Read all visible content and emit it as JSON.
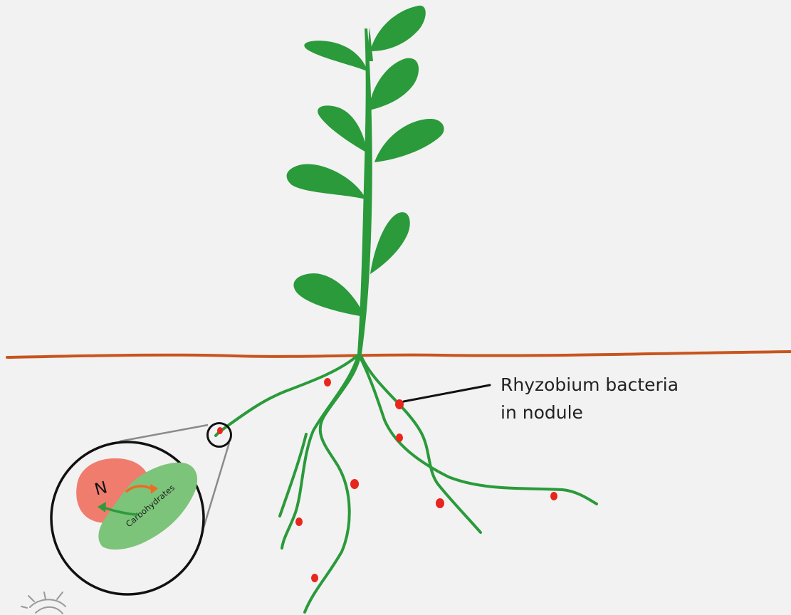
{
  "callout": {
    "line1": "Rhyzobium bacteria",
    "line2": "in nodule"
  },
  "inset": {
    "nitrogen_label": "N",
    "carbohydrates_label": "Carbohydrates"
  },
  "colors": {
    "background": "#f2f2f2",
    "plant_green": "#2a9a3a",
    "soil_line": "#c8541e",
    "nodule_red": "#e8261c",
    "nitrogen_pink": "#f07c6e",
    "carbohydrate_green": "#7cc47a",
    "orange_arrow": "#f06a24",
    "green_arrow": "#2e9a3c"
  }
}
